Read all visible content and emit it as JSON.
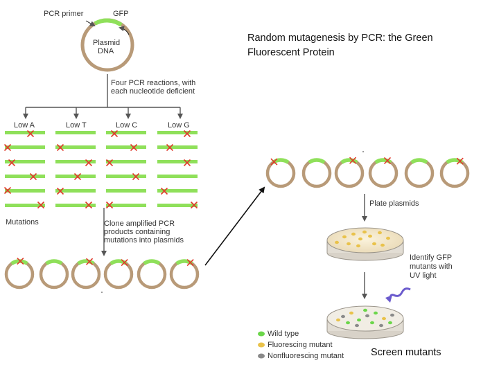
{
  "title": {
    "line1": "Random mutagenesis by PCR: the Green",
    "line2": "Fluorescent Protein"
  },
  "footer": "Screen mutants",
  "plasmid_labels": {
    "primer": "PCR primer",
    "gfp": "GFP",
    "plasmid_line1": "Plasmid",
    "plasmid_line2": "DNA"
  },
  "steps": {
    "four_pcr_line1": "Four PCR reactions, with",
    "four_pcr_line2": "each nucleotide deficient",
    "mutations": "Mutations",
    "clone_line1": "Clone amplified PCR",
    "clone_line2": "products containing",
    "clone_line3": "mutations into plasmids",
    "plate": "Plate plasmids",
    "identify_line1": "Identify GFP",
    "identify_line2": "mutants with",
    "identify_line3": "UV light"
  },
  "reactions": [
    "Low A",
    "Low T",
    "Low C",
    "Low G"
  ],
  "legend": {
    "wild": "Wild type",
    "fluor": "Fluorescing mutant",
    "nonfluor": "Nonfluorescing mutant"
  },
  "colors": {
    "gfp_green": "#8fe05a",
    "plasmid_brown": "#b89a78",
    "mutation_red": "#e0392b",
    "line": "#555555"
  }
}
